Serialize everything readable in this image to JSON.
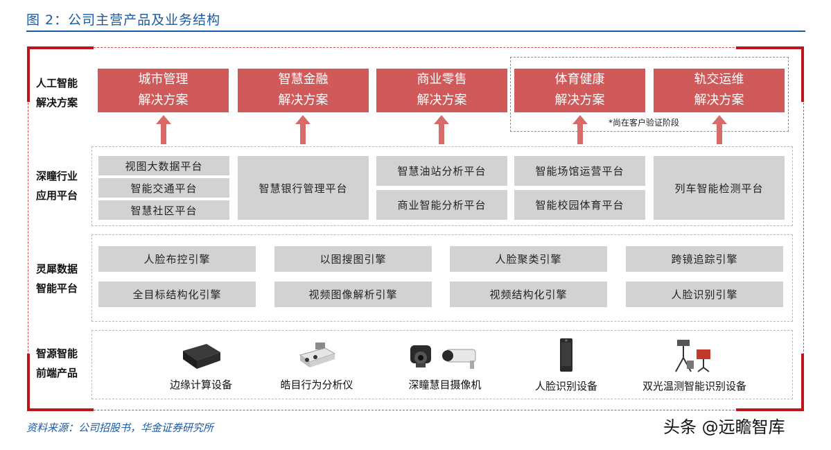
{
  "figure_title": "图 2：公司主营产品及业务结构",
  "source": "资料来源：公司招股书，华金证券研究所",
  "watermark": "头条 @远瞻智库",
  "rows": {
    "ai_solutions": {
      "label_line1": "人工智能",
      "label_line2": "解决方案",
      "boxes": [
        {
          "line1": "城市管理",
          "line2": "解决方案"
        },
        {
          "line1": "智慧金融",
          "line2": "解决方案"
        },
        {
          "line1": "商业零售",
          "line2": "解决方案"
        },
        {
          "line1": "体育健康",
          "line2": "解决方案"
        },
        {
          "line1": "轨交运维",
          "line2": "解决方案"
        }
      ],
      "trial_note": "*尚在客户验证阶段"
    },
    "industry_platforms": {
      "label_line1": "深瞳行业",
      "label_line2": "应用平台",
      "col1": [
        "视图大数据平台",
        "智能交通平台",
        "智慧社区平台"
      ],
      "col2": [
        "智慧银行管理平台"
      ],
      "col3": [
        "智慧油站分析平台",
        "商业智能分析平台"
      ],
      "col4": [
        "智能场馆运营平台",
        "智能校园体育平台"
      ],
      "col5": [
        "列车智能检测平台"
      ]
    },
    "data_platform": {
      "label_line1": "灵犀数据",
      "label_line2": "智能平台",
      "engines_row1": [
        "人脸布控引擎",
        "以图搜图引擎",
        "人脸聚类引擎",
        "跨镜追踪引擎"
      ],
      "engines_row2": [
        "全目标结构化引擎",
        "视频图像解析引擎",
        "视频结构化引擎",
        "人脸识别引擎"
      ]
    },
    "front_end": {
      "label_line1": "智源智能",
      "label_line2": "前端产品",
      "products": [
        {
          "caption": "边缘计算设备",
          "icon": "edge-box-icon"
        },
        {
          "caption": "皓目行为分析仪",
          "icon": "behavior-analyzer-icon"
        },
        {
          "caption": "深瞳慧目摄像机",
          "icon": "camera-icon"
        },
        {
          "caption": "人脸识别设备",
          "icon": "face-terminal-icon"
        },
        {
          "caption": "双光温测智能识别设备",
          "icon": "thermal-tripod-icon"
        }
      ]
    }
  },
  "colors": {
    "accent_blue": "#1a5aa6",
    "solution_red": "#d05a5a",
    "frame_red": "#c0141b",
    "platform_gray": "#d2d2d2"
  }
}
